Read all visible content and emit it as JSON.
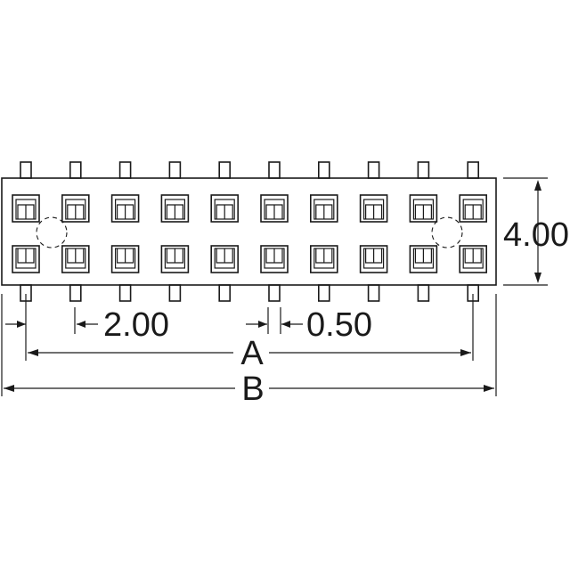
{
  "drawing": {
    "pins_per_row": 10,
    "rows": 2,
    "dimensions": {
      "pitch": "2.00",
      "pin_width": "0.50",
      "height": "4.00",
      "pitch_span": "A",
      "overall_length": "B"
    }
  }
}
